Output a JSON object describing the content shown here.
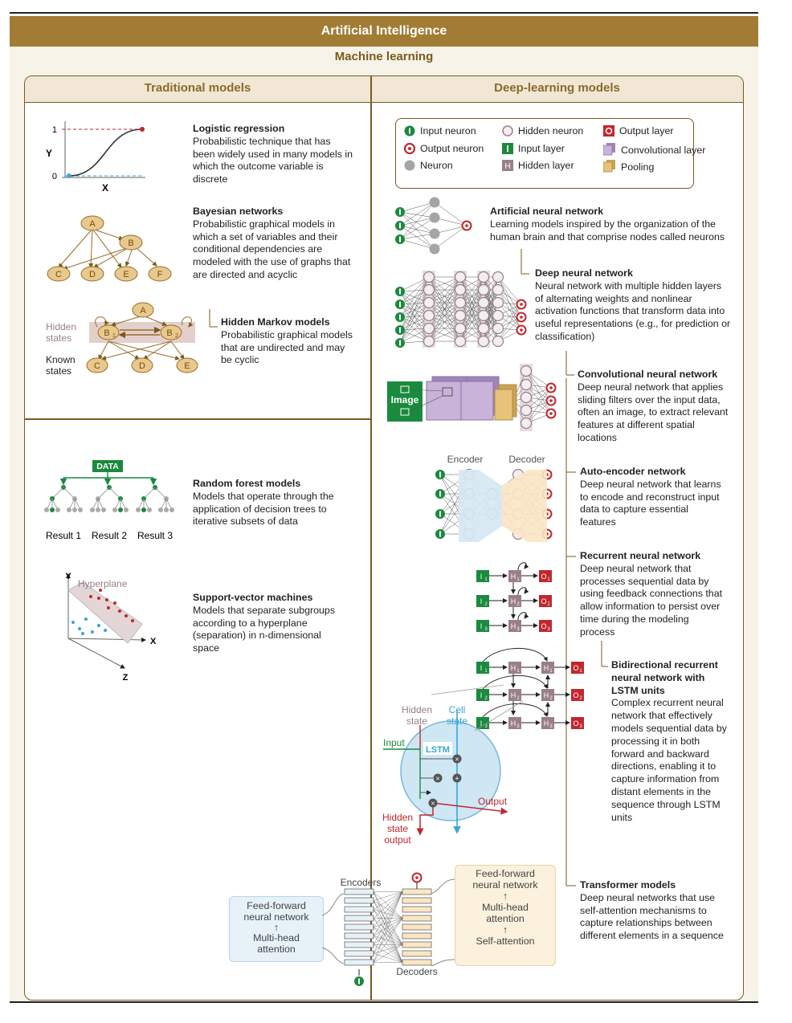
{
  "header": {
    "title": "Artificial Intelligence",
    "subtitle": "Machine learning",
    "left_column": "Traditional models",
    "right_column": "Deep-learning models"
  },
  "traditional": [
    {
      "title": "Logistic regression",
      "body": "Probabilistic technique that has been widely used in many models in which the outcome variable is discrete"
    },
    {
      "title": "Bayesian networks",
      "body": "Probabilistic graphical models in which a set of variables and their conditional dependencies are modeled with the use of graphs that are directed and acyclic"
    },
    {
      "title": "Hidden Markov models",
      "body": "Probabilistic graphical models that are undirected and may be cyclic"
    },
    {
      "title": "Random forest models",
      "body": "Models that operate through the application of decision trees to iterative subsets of data"
    },
    {
      "title": "Support-vector machines",
      "body": "Models that separate subgroups according to a hyperplane (separation) in n-dimensional space"
    }
  ],
  "deep": [
    {
      "title": "Artificial neural network",
      "body": "Learning models inspired by the organization of the human brain and that comprise nodes called neurons"
    },
    {
      "title": "Deep neural network",
      "body": "Neural network with multiple hidden layers of alternating weights and nonlinear activation functions that transform data into useful representations (e.g., for prediction or classification)"
    },
    {
      "title": "Convolutional neural network",
      "body": "Deep neural network that applies sliding filters over the input data, often an image, to extract relevant features at different spatial locations"
    },
    {
      "title": "Auto-encoder network",
      "body": "Deep neural network that learns to encode and reconstruct input data to capture essential features"
    },
    {
      "title": "Recurrent neural network",
      "body": "Deep neural network that processes sequential data by using feedback connections that allow information to persist over time during the modeling process"
    },
    {
      "title": "Bidirectional recurrent neural network with LSTM units",
      "body": "Complex recurrent neural network that effectively models sequential data by processing it in both forward and backward directions, enabling it to capture information from distant elements in the sequence through LSTM units"
    },
    {
      "title": "Transformer models",
      "body": "Deep neural networks that use self-attention mechanisms to capture relationships between different elements in a sequence"
    }
  ],
  "legend": {
    "input_neuron": "Input neuron",
    "output_neuron": "Output neuron",
    "neuron": "Neuron",
    "hidden_neuron": "Hidden neuron",
    "input_layer": "Input layer",
    "hidden_layer": "Hidden layer",
    "output_layer": "Output layer",
    "conv_layer": "Convolutional layer",
    "pooling": "Pooling"
  },
  "labels": {
    "y": "Y",
    "x": "X",
    "z": "Z",
    "one": "1",
    "zero": "0",
    "hidden_states": "Hidden\nstates",
    "known_states": "Known\nstates",
    "node_a": "A",
    "node_b": "B",
    "node_c": "C",
    "node_d": "D",
    "node_e": "E",
    "node_f": "F",
    "node_b1": "B",
    "node_b2": "B",
    "sub1": "1",
    "sub2": "2",
    "data": "DATA",
    "result1": "Result 1",
    "result2": "Result 2",
    "result3": "Result 3",
    "hyperplane": "Hyperplane",
    "image": "Image",
    "encoder": "Encoder",
    "decoder": "Decoder",
    "i": "I",
    "h": "H",
    "o": "O",
    "s1": "1",
    "s2": "2",
    "s3": "3",
    "hidden_state": "Hidden\nstate",
    "cell_state": "Cell\nstate",
    "input": "Input",
    "lstm": "LSTM",
    "output": "Output",
    "hidden_state_output": "Hidden\nstate\noutput",
    "encoders": "Encoders",
    "decoders": "Decoders",
    "ffnn": "Feed-forward\nneural network",
    "mha": "Multi-head\nattention",
    "self_attention": "Self-attention",
    "arrow_up": "↑",
    "times": "×",
    "plus": "+"
  },
  "colors": {
    "gold": "#a27c35",
    "brown": "#7a5a1e",
    "green": "#1a8a3e",
    "red": "#c1272d",
    "mauve": "#9a7f88",
    "lilac": "#c9b3d9",
    "pooling": "#e6c27a",
    "blue": "#3aa5d8"
  }
}
